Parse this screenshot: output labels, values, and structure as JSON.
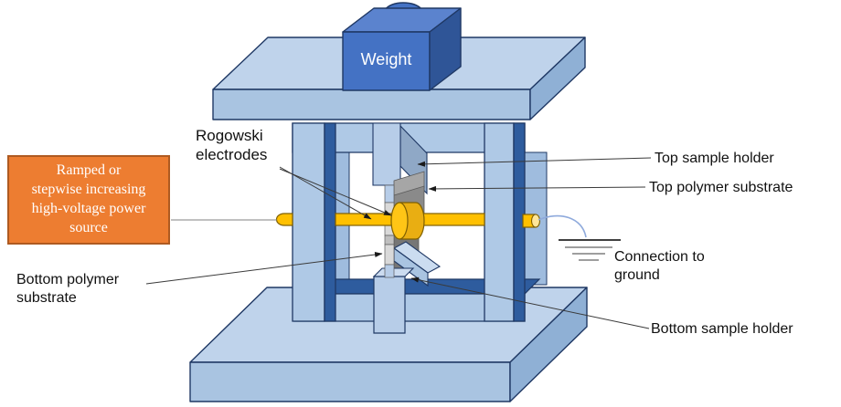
{
  "figure": {
    "labels": {
      "weight": "Weight",
      "rogowski_electrodes": "Rogowski electrodes",
      "top_sample_holder": "Top sample holder",
      "top_polymer_substrate": "Top polymer substrate",
      "connection_to_ground": "Connection to ground",
      "bottom_polymer_substrate": "Bottom polymer substrate",
      "bottom_sample_holder": "Bottom sample holder"
    },
    "power_source_box": {
      "lines": [
        "Ramped or",
        "stepwise increasing",
        "high-voltage power",
        "source"
      ]
    },
    "colors": {
      "frame_light_blue": "#AFC9E6",
      "frame_top_blue": "#BFD3EB",
      "frame_side_blue": "#8FB0D5",
      "frame_dark_accent": "#2E5C9E",
      "outline_navy": "#1F3864",
      "weight_blue": "#4472C4",
      "weight_top_blue": "#5B83CE",
      "weight_side_blue": "#2F5597",
      "electrode_yellow": "#FFC000",
      "electrode_cap_yellow": "#FFE699",
      "substrate_gray": "#8C8C8C",
      "substrate_edge_gray": "#D9D9D9",
      "holder_blue_gray": "#8FA8C6",
      "power_box_orange": "#ED7D31",
      "power_box_border": "#AE5A21",
      "ground_wire_blue": "#8FAADC"
    }
  }
}
